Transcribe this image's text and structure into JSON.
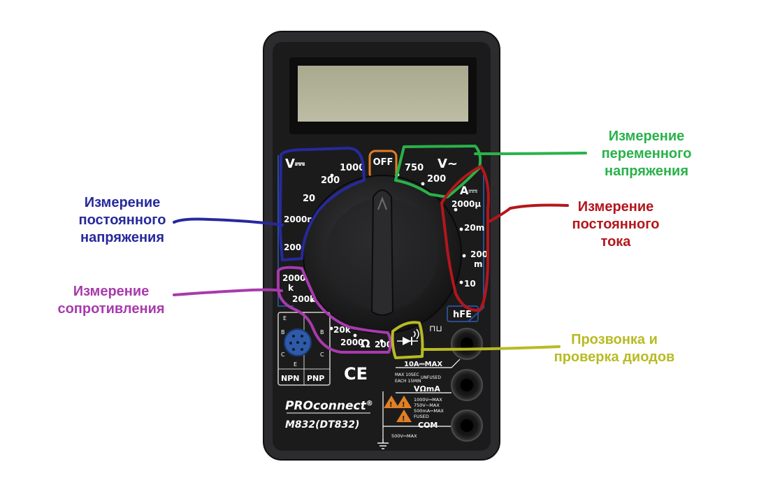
{
  "colors": {
    "dc_voltage": "#27299c",
    "ac_voltage": "#2ab24a",
    "dc_current": "#b3161c",
    "resistance": "#a83aad",
    "continuity": "#b8bb23",
    "body": "#2c2c2e",
    "face": "#1b1b1c",
    "lcd": "#b3b39a",
    "off_tab": "#e07f23",
    "scale_frame": "#2a4e8c"
  },
  "annotations": {
    "dc_voltage": {
      "line1": "Измерение",
      "line2": "постоянного",
      "line3": "напряжения"
    },
    "ac_voltage": {
      "line1": "Измерение",
      "line2": "переменного",
      "line3": "напряжения"
    },
    "dc_current": {
      "line1": "Измерение",
      "line2": "постоянного",
      "line3": "тока"
    },
    "resistance": {
      "line1": "Измерение",
      "line2": "сопротивления"
    },
    "continuity": {
      "line1": "Прозвонка и",
      "line2": "проверка диодов"
    }
  },
  "dial": {
    "off": "OFF",
    "dcv": {
      "symbol": "V⎓",
      "r1000": "1000",
      "r200": "200",
      "r20": "20",
      "r2000m": "2000m",
      "r200m": "200m"
    },
    "acv": {
      "symbol": "V~",
      "r750": "750",
      "r200": "200"
    },
    "dca": {
      "symbol": "A⎓",
      "r2000u": "2000μ",
      "r20m": "20m",
      "r200": "200",
      "m": "m",
      "r10": "10"
    },
    "hfe": "hFE",
    "ohm": {
      "r2000": "2000",
      "k": "k",
      "r200k": "200k",
      "r20k": "20k",
      "r2000b": "2000",
      "sym": "Ω",
      "r200": "200"
    },
    "square_wave": "⊓⊔"
  },
  "socket": {
    "npn": "NPN",
    "pnp": "PNP",
    "e": "E",
    "b": "B",
    "c": "C"
  },
  "ce_mark": "CE",
  "brand": {
    "name": "PROconnect",
    "reg": "®",
    "model": "M832(DT832)"
  },
  "jacks": {
    "a10_label": "10A⎓MAX",
    "a10_sub1": "MAX 10SEC",
    "a10_sub2": "EACH 15MIN",
    "unfused": "UNFUSED",
    "vma_label": "VΩmA",
    "vma_1": "1000V⎓MAX",
    "vma_2": "750V~MAX",
    "vma_3": "500mA⎓MAX",
    "fused": "FUSED",
    "com": "COM",
    "com_max": "500V⎓MAX"
  }
}
